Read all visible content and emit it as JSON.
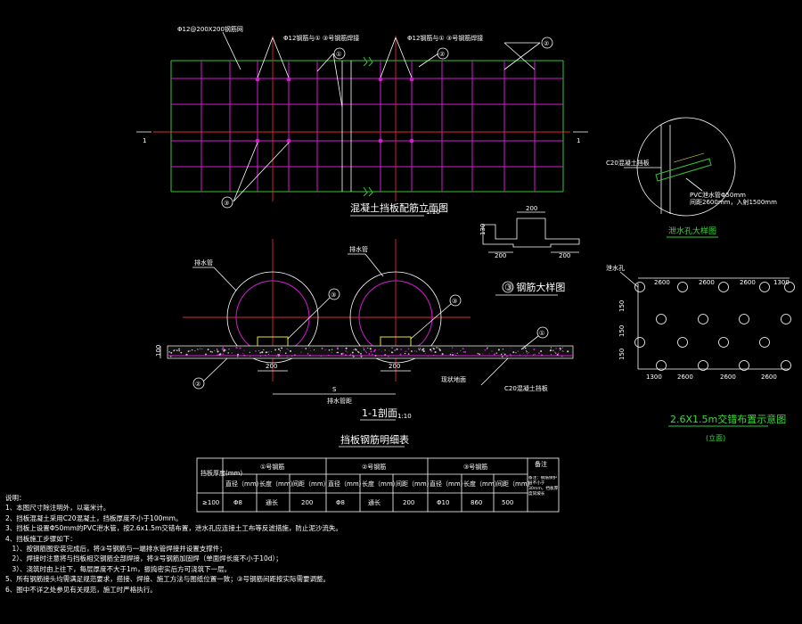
{
  "elevation": {
    "title": "混凝土挡板配筋立面图",
    "scale": "1:10",
    "mesh_label": "Φ12@200X200钢筋网",
    "hoop_label_left": "Φ12钢筋与① ③号钢筋焊接",
    "hoop_label_right": "Φ12钢筋与① ③号钢筋焊接",
    "callout_1": "①",
    "callout_2": "②",
    "callout_3": "③",
    "section_mark": "1"
  },
  "section": {
    "title": "1-1剖面",
    "scale": "1:10",
    "pipe_label": "排水管",
    "dim_200_left": "200",
    "dim_200_right": "200",
    "dim_s": "S",
    "dim_s_sub": "排水管距",
    "ground_label": "现状地面",
    "board_label": "C20混凝土挡板",
    "dim_100": "100",
    "callout_1": "①",
    "callout_2": "②",
    "callout_3": "③"
  },
  "rebar_detail": {
    "title": "③ 钢筋大样图",
    "dim_top": "200",
    "dim_left": "200",
    "dim_bottom": "200",
    "dim_side": "130"
  },
  "hole_detail": {
    "title": "泄水孔大样图",
    "board_label": "C20混凝土挡板",
    "hole_label_1": "PVC泄水管Φ50mm",
    "hole_label_2": "间距2600mm，入射1500mm"
  },
  "layout_detail": {
    "title": "2.6X1.5m交错布置示意图",
    "subtitle": "(立面)",
    "hole_label": "泄水孔",
    "top_dims": [
      "2600",
      "2600",
      "2600",
      "1300"
    ],
    "bottom_dims": [
      "1300",
      "2600",
      "2600",
      "2600"
    ],
    "left_dims": [
      "150",
      "150",
      "150"
    ]
  },
  "table": {
    "title": "挡板钢筋明细表",
    "header_spec": "挡板厚度(mm)",
    "groups": [
      "①号钢筋",
      "②号钢筋",
      "③号钢筋"
    ],
    "note_header": "备注",
    "subcols": [
      "直径（mm）",
      "长度（mm）",
      "间距（mm）"
    ],
    "row": {
      "thickness": "≥100",
      "g1": [
        "Φ8",
        "通长",
        "200"
      ],
      "g2": [
        "Φ8",
        "通长",
        "200"
      ],
      "g3": [
        "Φ10",
        "860",
        "500"
      ],
      "note": "备注：钢筋保护层不小于30mm，挡板厚度同坡长"
    }
  },
  "notes": {
    "heading": "说明：",
    "lines": [
      "1、本图尺寸除注明外，以毫米计。",
      "2、挡板混凝土采用C20混凝土，挡板厚度不小于100mm。",
      "3、挡板上设置Φ50mm的PVC泄水管，按2.6x1.5m交错布置，泄水孔应连接土工布等反滤措施，防止泥沙流失。",
      "4、挡板施工步骤如下：",
      "　1）、按钢筋图安装完成后，将③号钢筋与一端排水管焊接并设置支撑件；",
      "　2）、焊接时注意将与挡板相交钢筋全部焊接，将③号钢筋加固焊（单面焊长度不小于10d）；",
      "　3）、浇筑时由上往下，每层厚度不大于1m，振捣密实后方可浇筑下一层。",
      "5、所有钢筋接头均需满足规范要求，搭接、焊接、施工方法与图纸位置一致；③号钢筋间距按实际需要调整。",
      "6、图中不详之处参见有关规范，施工时严格执行。"
    ]
  }
}
